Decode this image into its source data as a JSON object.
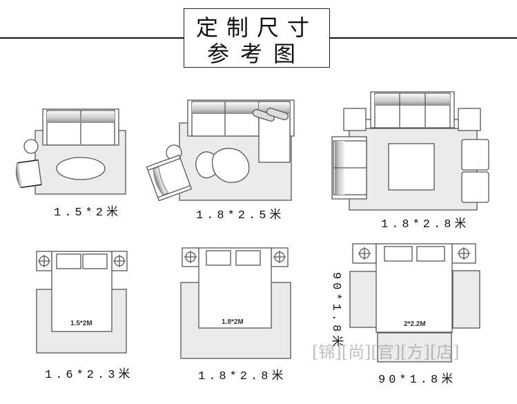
{
  "title": {
    "line1": "定制尺寸",
    "line2": "参考图"
  },
  "colors": {
    "rug_fill": "#ebebeb",
    "line": "#555555",
    "title_line": "#111111",
    "watermark": "#8c8c8c"
  },
  "layouts": [
    {
      "id": "living-1",
      "type": "living-room",
      "size_label": "1.5*2米"
    },
    {
      "id": "living-2",
      "type": "living-room",
      "size_label": "1.8*2.5米"
    },
    {
      "id": "living-3",
      "type": "living-room",
      "size_label": "1.8*2.8米"
    },
    {
      "id": "bed-1",
      "type": "bedroom",
      "bed_label": "1.5*2M",
      "size_label": "1.6*2.3米"
    },
    {
      "id": "bed-2",
      "type": "bedroom",
      "bed_label": "1.8*2M",
      "size_label": "1.8*2.8米"
    },
    {
      "id": "bed-3",
      "type": "bedroom",
      "bed_label": "2*2.2M",
      "size_label": "90*1.8米",
      "side_label": "90*1.8米"
    }
  ],
  "watermark": "[锦][尚][官][方][店]"
}
